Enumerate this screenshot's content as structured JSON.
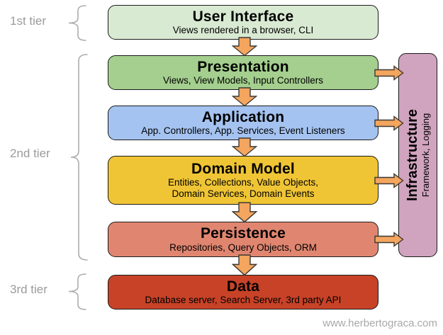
{
  "tiers": [
    {
      "label": "1st tier"
    },
    {
      "label": "2nd tier"
    },
    {
      "label": "3rd tier"
    }
  ],
  "layers": {
    "user_interface": {
      "title": "User Interface",
      "subtitle": "Views rendered in a browser, CLI"
    },
    "presentation": {
      "title": "Presentation",
      "subtitle": "Views, View Models, Input Controllers"
    },
    "application": {
      "title": "Application",
      "subtitle": "App. Controllers, App. Services, Event Listeners"
    },
    "domain_model": {
      "title": "Domain Model",
      "subtitle_line1": "Entities, Collections, Value Objects,",
      "subtitle_line2": "Domain Services, Domain Events"
    },
    "persistence": {
      "title": "Persistence",
      "subtitle": "Repositories, Query Objects, ORM"
    },
    "data_layer": {
      "title": "Data",
      "subtitle": "Database server, Search Server, 3rd party API"
    },
    "infrastructure": {
      "title": "Infrastructure",
      "subtitle": "Framework, Logging"
    }
  },
  "footer": "www.herbertograca.com",
  "colors": {
    "ui_fill": "#D9EAD3",
    "presentation_fill": "#A4CF8E",
    "application_fill": "#A5C3F1",
    "domain_fill": "#F0C535",
    "persistence_fill": "#E08670",
    "data_fill": "#C74227",
    "infrastructure_fill": "#D0A3BF",
    "arrow_fill": "#F4A55E",
    "arrow_stroke": "#3D3A35",
    "box_border": "#1A1A1A",
    "tier_text": "#9B9B9B",
    "brace_stroke": "#ADADAD",
    "footer_text": "#A9A9A9"
  }
}
